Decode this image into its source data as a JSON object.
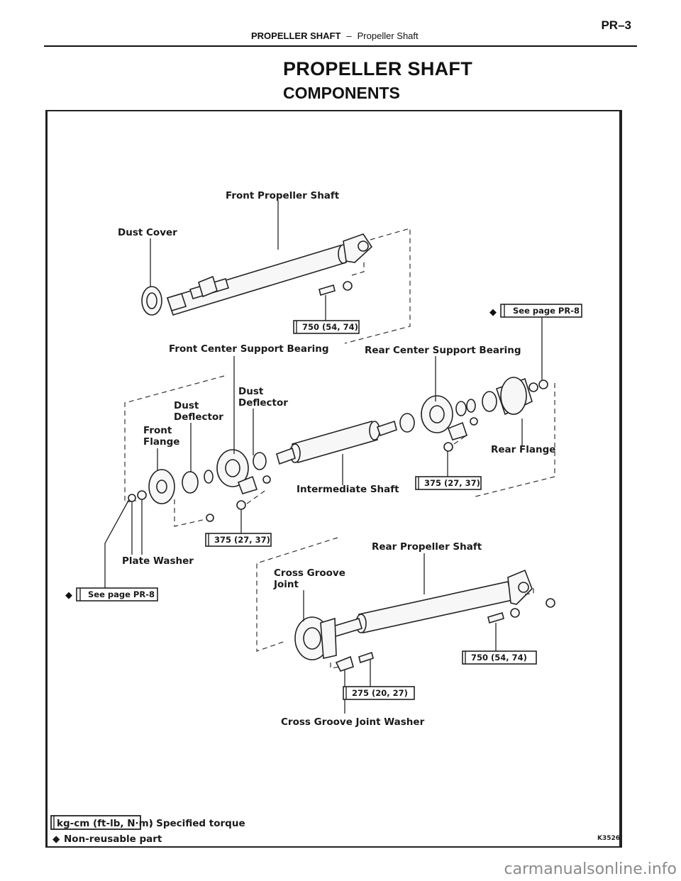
{
  "header": {
    "section": "PROPELLER SHAFT",
    "separator": "–",
    "subsection": "Propeller Shaft",
    "page": "PR–3"
  },
  "title": "PROPELLER SHAFT",
  "subtitle": "COMPONENTS",
  "diagram": {
    "labels": {
      "front_propeller_shaft": "Front Propeller Shaft",
      "dust_cover": "Dust Cover",
      "front_center_support_bearing": "Front Center Support Bearing",
      "rear_center_support_bearing": "Rear Center Support Bearing",
      "dust_deflector_left_1": "Dust",
      "dust_deflector_left_2": "Deflector",
      "dust_deflector_right_1": "Dust",
      "dust_deflector_right_2": "Deflector",
      "front_flange_1": "Front",
      "front_flange_2": "Flange",
      "rear_flange": "Rear Flange",
      "intermediate_shaft": "Intermediate Shaft",
      "plate_washer": "Plate Washer",
      "rear_propeller_shaft": "Rear Propeller Shaft",
      "cross_groove_joint_1": "Cross Groove",
      "cross_groove_joint_2": "Joint",
      "cross_groove_joint_washer": "Cross Groove Joint Washer"
    },
    "torque_boxes": {
      "front_shaft_bolt": "750 (54, 74)",
      "front_center_bearing": "375 (27, 37)",
      "rear_center_bearing": "375 (27, 37)",
      "rear_shaft_bolt": "750 (54, 74)",
      "cross_groove_washer": "275 (20, 27)"
    },
    "see_page_boxes": {
      "top_right": "See page PR-8",
      "bottom_left": "See page PR-8"
    },
    "legend": {
      "torque_unit": "kg-cm (ft-lb, N·m)",
      "torque_desc": ": Specified torque",
      "non_reusable_symbol": "◆",
      "non_reusable_desc": "Non-reusable part"
    },
    "figure_code": "K3526"
  },
  "watermark": "carmanualsonline.info"
}
